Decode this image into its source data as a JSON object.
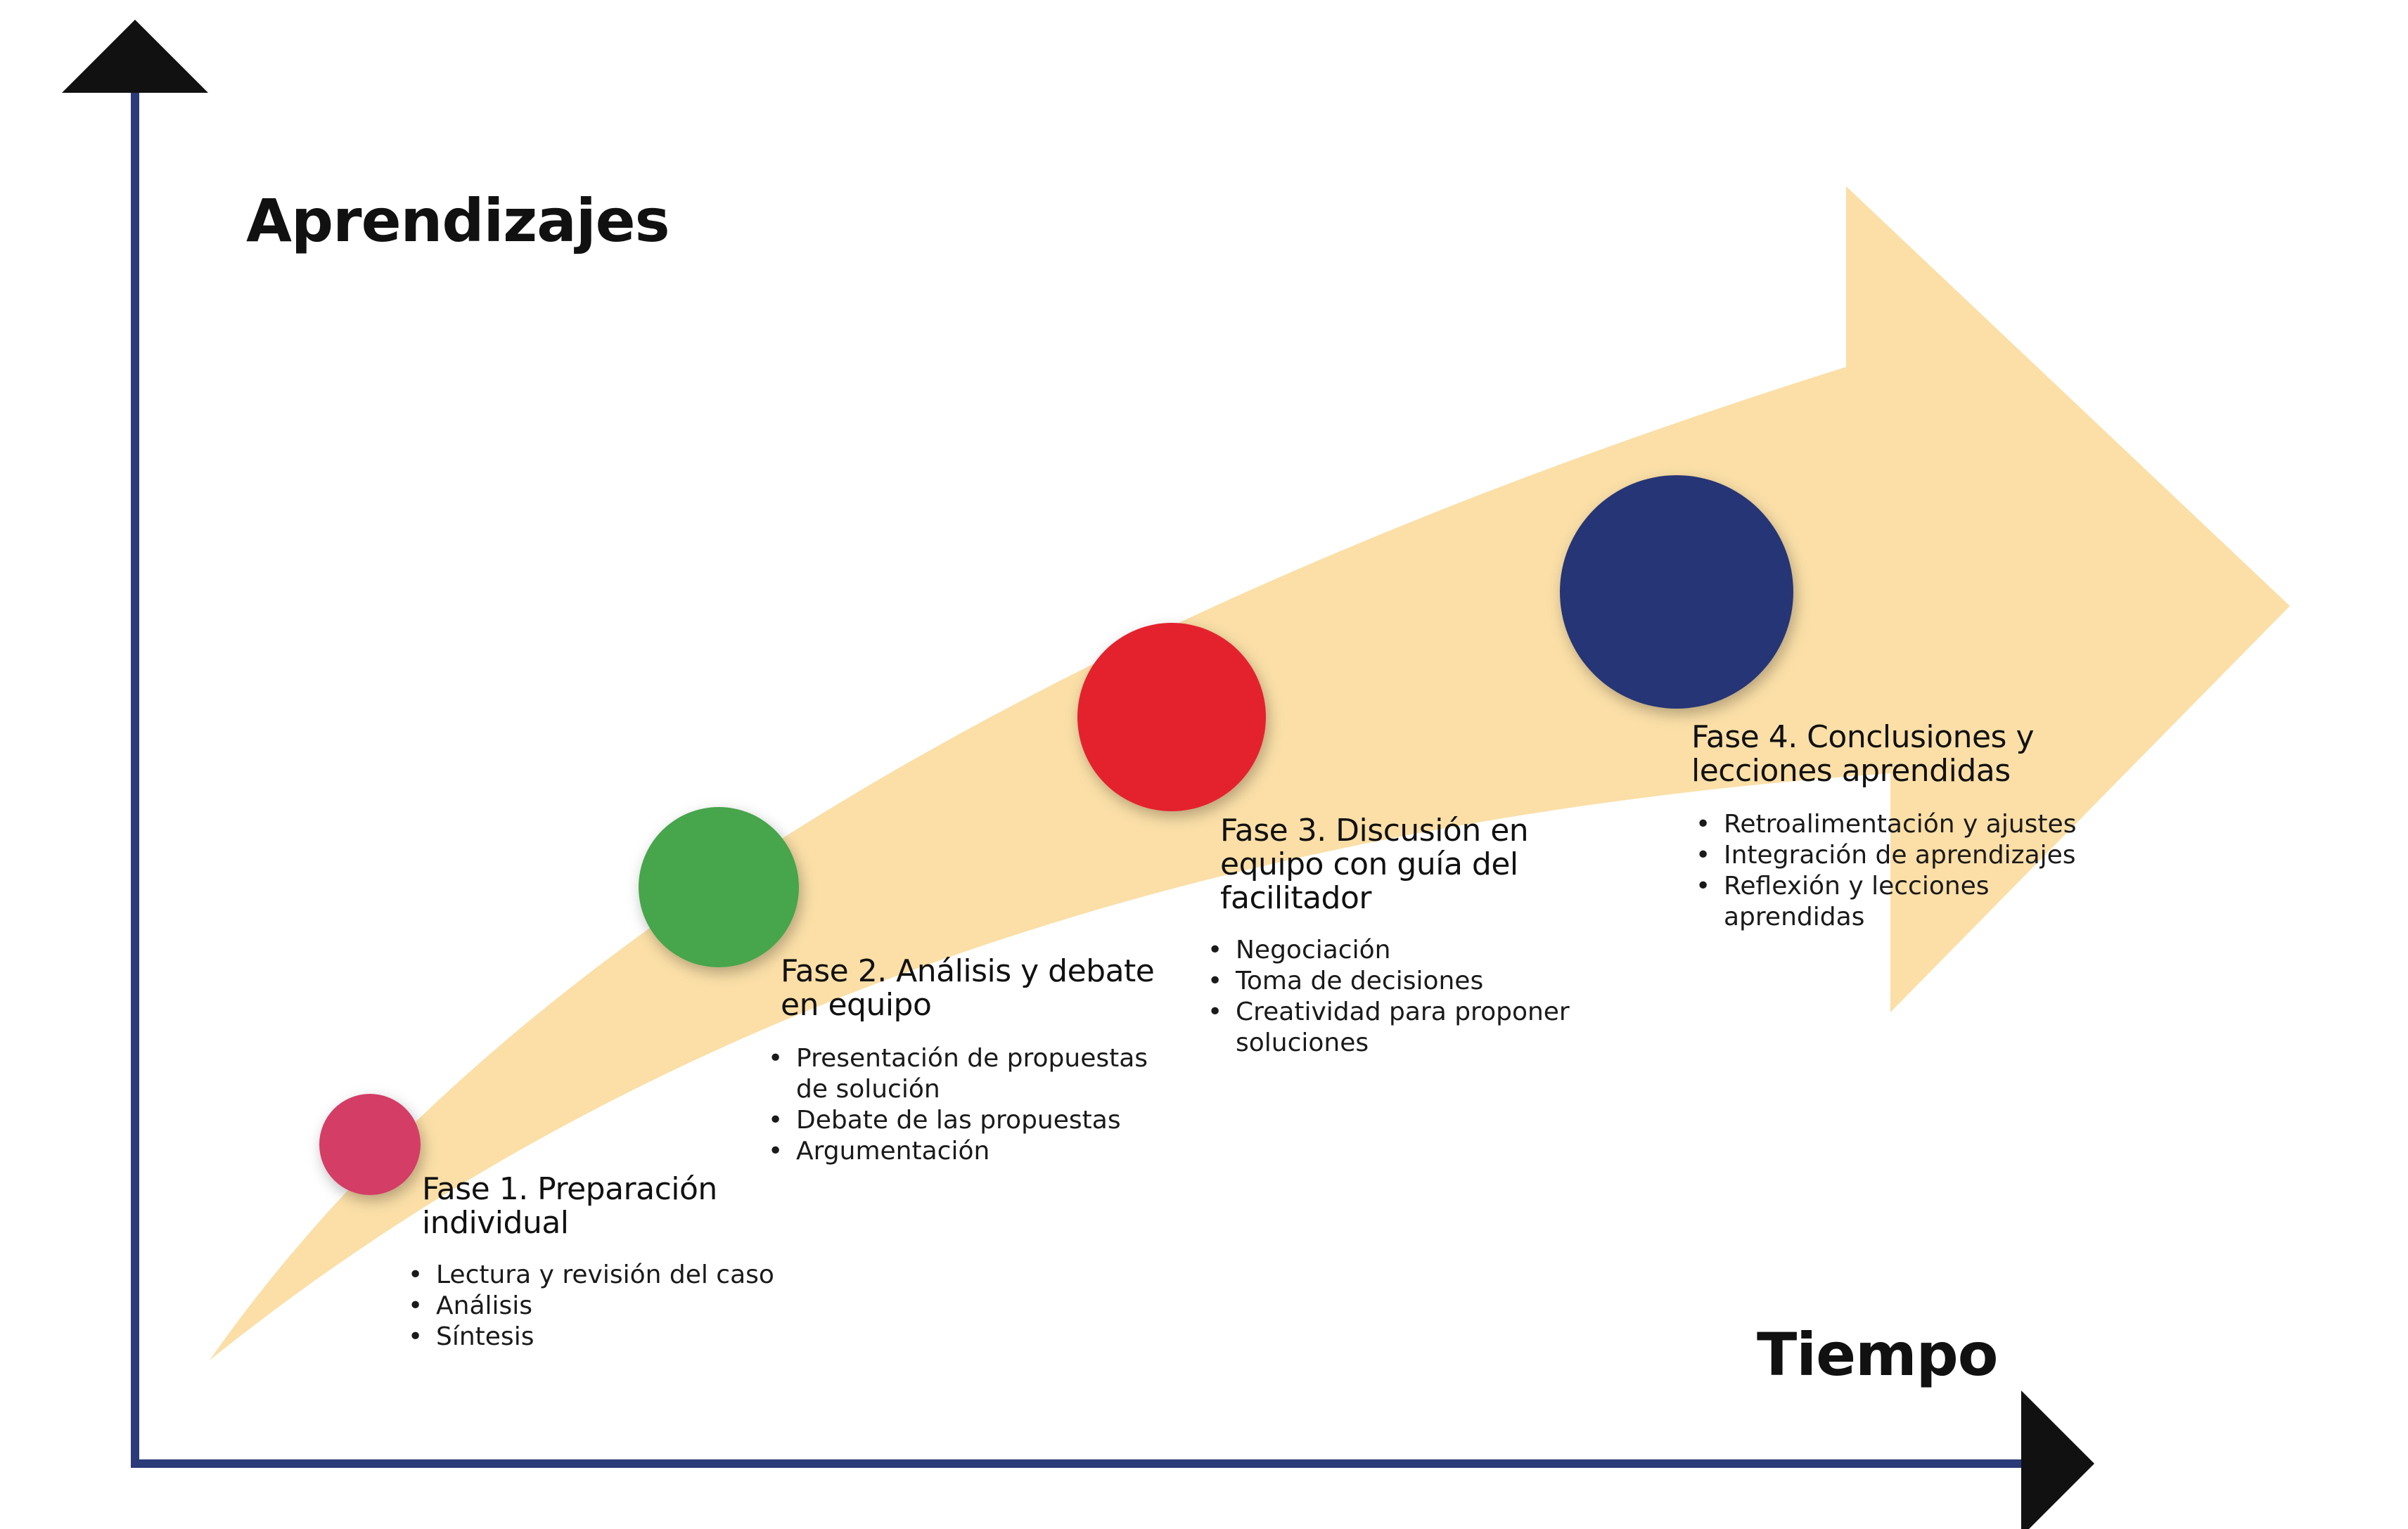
{
  "axes": {
    "y_label": "Aprendizajes",
    "x_label": "Tiempo",
    "color": "#2b3a78"
  },
  "colors": {
    "arrow": "#fbdfa7",
    "arrowhead": "#111111",
    "phase_1": "#d43d66",
    "phase_2": "#46a54b",
    "phase_3": "#e4232f",
    "phase_4": "#283574"
  },
  "phases": [
    {
      "title": "Fase 1. Preparación individual",
      "items": [
        "Lectura y revisión del caso",
        "Análisis",
        "Síntesis"
      ]
    },
    {
      "title": "Fase 2. Análisis y debate en equipo",
      "items": [
        "Presentación de propuestas de solución",
        "Debate de las propuestas",
        "Argumentación"
      ]
    },
    {
      "title": "Fase 3. Discusión en equipo con guía del facilitador",
      "items": [
        "Negociación",
        "Toma de decisiones",
        "Creatividad para proponer soluciones"
      ]
    },
    {
      "title": "Fase 4. Conclusiones y lecciones aprendidas",
      "items": [
        "Retroalimentación y ajustes",
        "Integración de aprendizajes",
        "Reflexión y lecciones aprendidas"
      ]
    }
  ]
}
